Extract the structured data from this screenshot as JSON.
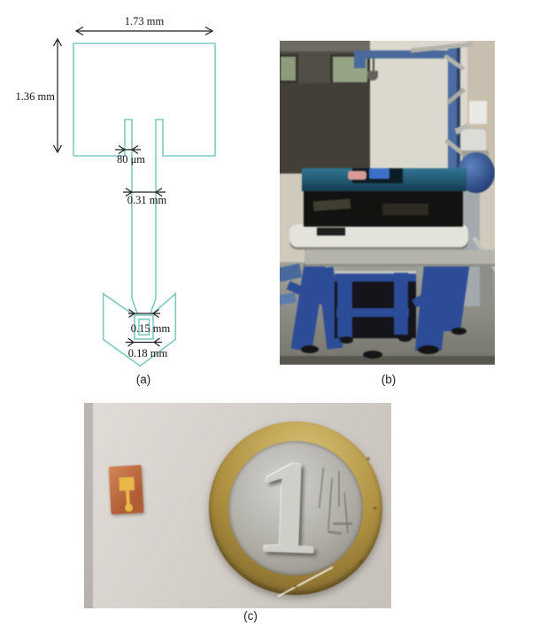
{
  "figure": {
    "panel_a": {
      "caption": "(a)",
      "dimensions": {
        "patch_width": "1.73 mm",
        "patch_height": "1.36 mm",
        "slot_width": "80 μm",
        "feed_width": "0.31 mm",
        "tip_inner": "0.15 mm",
        "tip_outer": "0.18 mm"
      }
    },
    "panel_b": {
      "caption": "(b)"
    },
    "panel_c": {
      "caption": "(c)",
      "coin_numeral": "1"
    }
  },
  "colors": {
    "outline-teal": "#7fc9c4",
    "dim-black": "#1f1f1f",
    "frame-blue": "#2b4c9c",
    "gantry-blue": "#4a6da6",
    "table-teal": "#1d5a74",
    "chip-copper": "#b05c34",
    "chip-gold": "#e8b84a",
    "coin-gold": "#ab8d3e",
    "coin-silver": "#aeaca5"
  }
}
